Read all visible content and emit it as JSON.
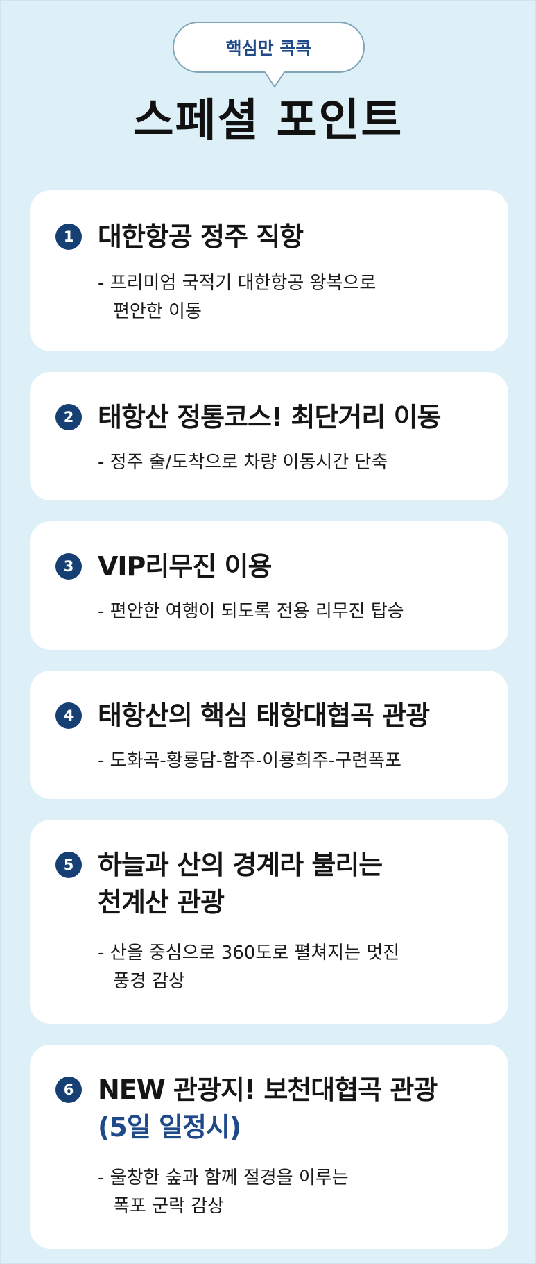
{
  "header": {
    "bubble_text": "핵심만 콕콕",
    "title": "스페셜 포인트"
  },
  "points": [
    {
      "number": "1",
      "title_lines": [
        "대한항공 정주 직항"
      ],
      "desc_lines": [
        "- 프리미엄 국적기 대한항공 왕복으로",
        "편안한 이동"
      ]
    },
    {
      "number": "2",
      "title_lines": [
        "태항산 정통코스! 최단거리 이동"
      ],
      "desc_lines": [
        "- 정주 출/도착으로 차량 이동시간 단축"
      ]
    },
    {
      "number": "3",
      "title_lines": [
        "VIP리무진 이용"
      ],
      "desc_lines": [
        "- 편안한 여행이 되도록 전용 리무진 탑승"
      ]
    },
    {
      "number": "4",
      "title_lines": [
        "태항산의 핵심 태항대협곡 관광"
      ],
      "desc_lines": [
        "- 도화곡-황룡담-함주-이룡희주-구련폭포"
      ]
    },
    {
      "number": "5",
      "title_lines": [
        "하늘과 산의 경계라 불리는",
        "천계산 관광"
      ],
      "desc_lines": [
        "- 산을 중심으로 360도로 펼쳐지는 멋진",
        "풍경 감상"
      ]
    },
    {
      "number": "6",
      "title_lines": [
        "NEW 관광지! 보천대협곡 관광"
      ],
      "title_note": "(5일 일정시)",
      "desc_lines": [
        "- 울창한 숲과 함께 절경을 이루는",
        "폭포 군락 감상"
      ]
    }
  ],
  "colors": {
    "background": "#ddf0f7",
    "accent": "#1f4a8a",
    "badge": "#163f74",
    "card": "#ffffff"
  }
}
